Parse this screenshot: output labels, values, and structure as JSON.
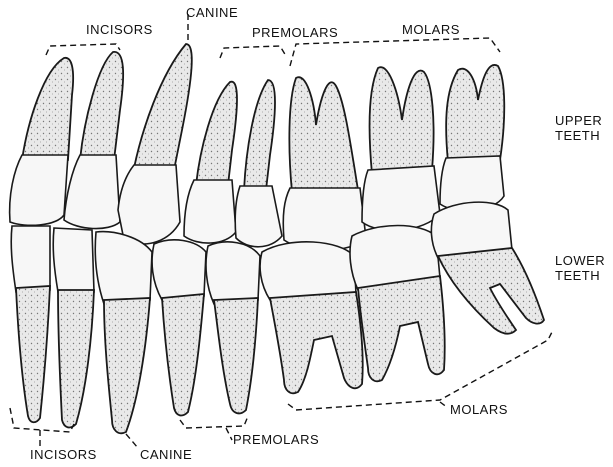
{
  "labels": {
    "upper_incisors": "INCISORS",
    "upper_canine": "CANINE",
    "upper_premolars": "PREMOLARS",
    "upper_molars": "MOLARS",
    "upper_teeth": "UPPER\nTEETH",
    "lower_teeth": "LOWER\nTEETH",
    "lower_molars": "MOLARS",
    "lower_incisors": "INCISORS",
    "lower_canine": "CANINE",
    "lower_premolars": "PREMOLARS"
  },
  "colors": {
    "ink": "#1a1a1a",
    "tooth_fill": "#e6e6e6",
    "crown_fill": "#f7f7f7",
    "background": "#ffffff"
  }
}
